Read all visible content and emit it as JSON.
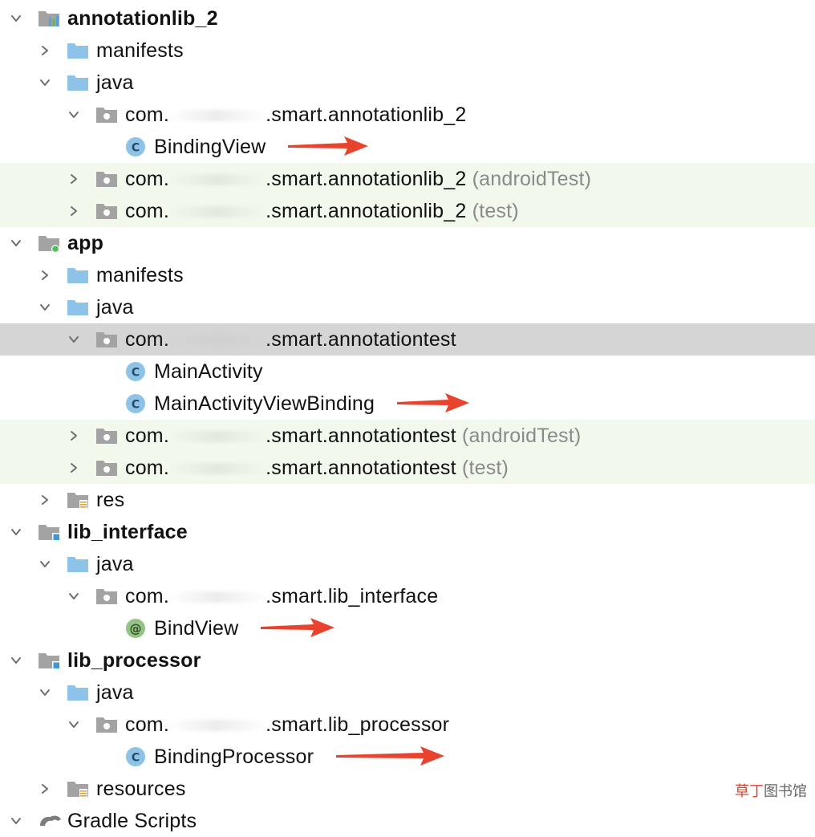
{
  "colors": {
    "green_band": "#f2f9ec",
    "selected_band": "#d5d5d5",
    "folder_blue": "#8ec3e8",
    "package_gray": "#a3a3a3",
    "class_circle": "#8ec3e8",
    "annotation_circle": "#95c285",
    "arrow_red": "#e8432f",
    "suffix_gray": "#8a8a8a"
  },
  "tree": [
    {
      "label": "annotationlib_2",
      "bold": true,
      "indent": 0,
      "chevron": "down",
      "icon": "module-lib-icon",
      "band": "none"
    },
    {
      "label": "manifests",
      "indent": 1,
      "chevron": "right",
      "icon": "folder-icon",
      "band": "none"
    },
    {
      "label": "java",
      "indent": 1,
      "chevron": "down",
      "icon": "folder-icon",
      "band": "none"
    },
    {
      "prefix": "com.",
      "hidden": "vivo.space",
      "rest": ".smart.annotationlib_2",
      "indent": 2,
      "chevron": "down",
      "icon": "package-icon",
      "band": "none"
    },
    {
      "label": "BindingView",
      "indent": 3,
      "chevron": "none",
      "icon": "class-icon",
      "band": "none",
      "arrow": true
    },
    {
      "prefix": "com.",
      "hidden": "vivo.space",
      "rest": ".smart.annotationlib_2",
      "suffix": " (androidTest)",
      "indent": 2,
      "chevron": "right",
      "icon": "package-icon",
      "band": "green"
    },
    {
      "prefix": "com.",
      "hidden": "vivo.space",
      "rest": ".smart.annotationlib_2",
      "suffix": " (test)",
      "indent": 2,
      "chevron": "right",
      "icon": "package-icon",
      "band": "green"
    },
    {
      "label": "app",
      "bold": true,
      "indent": 0,
      "chevron": "down",
      "icon": "module-app-icon",
      "band": "none"
    },
    {
      "label": "manifests",
      "indent": 1,
      "chevron": "right",
      "icon": "folder-icon",
      "band": "none"
    },
    {
      "label": "java",
      "indent": 1,
      "chevron": "down",
      "icon": "folder-icon",
      "band": "none"
    },
    {
      "prefix": "com.",
      "hidden": "vivo.space",
      "rest": ".smart.annotationtest",
      "indent": 2,
      "chevron": "down",
      "icon": "package-icon",
      "band": "selected"
    },
    {
      "label": "MainActivity",
      "indent": 3,
      "chevron": "none",
      "icon": "class-icon",
      "band": "none"
    },
    {
      "label": "MainActivityViewBinding",
      "indent": 3,
      "chevron": "none",
      "icon": "class-icon",
      "band": "none",
      "arrow": true
    },
    {
      "prefix": "com.",
      "hidden": "vivo.space",
      "rest": ".smart.annotationtest",
      "suffix": " (androidTest)",
      "indent": 2,
      "chevron": "right",
      "icon": "package-icon",
      "band": "green"
    },
    {
      "prefix": "com.",
      "hidden": "vivo.space",
      "rest": ".smart.annotationtest",
      "suffix": " (test)",
      "indent": 2,
      "chevron": "right",
      "icon": "package-icon",
      "band": "green"
    },
    {
      "label": "res",
      "indent": 1,
      "chevron": "right",
      "icon": "res-folder-icon",
      "band": "none"
    },
    {
      "label": "lib_interface",
      "bold": true,
      "indent": 0,
      "chevron": "down",
      "icon": "module-java-icon",
      "band": "none"
    },
    {
      "label": "java",
      "indent": 1,
      "chevron": "down",
      "icon": "folder-icon",
      "band": "none"
    },
    {
      "prefix": "com.",
      "hidden": "vivo.space",
      "rest": ".smart.lib_interface",
      "indent": 2,
      "chevron": "down",
      "icon": "package-icon",
      "band": "none"
    },
    {
      "label": "BindView",
      "indent": 3,
      "chevron": "none",
      "icon": "annotation-icon",
      "band": "none",
      "arrow": true
    },
    {
      "label": "lib_processor",
      "bold": true,
      "indent": 0,
      "chevron": "down",
      "icon": "module-java-icon",
      "band": "none"
    },
    {
      "label": "java",
      "indent": 1,
      "chevron": "down",
      "icon": "folder-icon",
      "band": "none"
    },
    {
      "prefix": "com.",
      "hidden": "vivo.space",
      "rest": ".smart.lib_processor",
      "indent": 2,
      "chevron": "down",
      "icon": "package-icon",
      "band": "none"
    },
    {
      "label": "BindingProcessor",
      "indent": 3,
      "chevron": "none",
      "icon": "class-icon",
      "band": "none",
      "arrow": true
    },
    {
      "label": "resources",
      "indent": 1,
      "chevron": "right",
      "icon": "res-folder-icon",
      "band": "none"
    },
    {
      "label": "Gradle Scripts",
      "indent": 0,
      "chevron": "down",
      "icon": "gradle-icon",
      "band": "none"
    }
  ],
  "watermark": {
    "part1": "草丁",
    "part2": "图书馆"
  }
}
